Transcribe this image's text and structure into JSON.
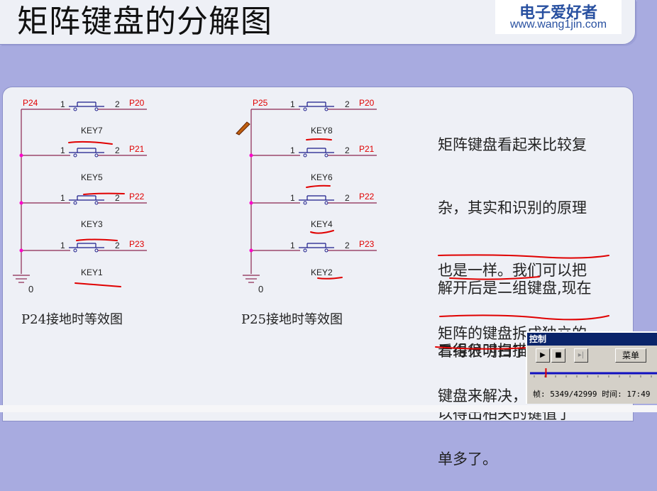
{
  "slide": {
    "title": "矩阵键盘的分解图",
    "logo_cn": "电子爱好者",
    "logo_url": "www.wang1jin.com"
  },
  "left_diagram": {
    "caption": "P24接地时等效图",
    "ground_label": "0",
    "rows": [
      {
        "left_port": "P24",
        "right_port": "P20",
        "pin1": "1",
        "pin2": "2",
        "key": "KEY7"
      },
      {
        "left_port": "",
        "right_port": "P21",
        "pin1": "1",
        "pin2": "2",
        "key": "KEY5"
      },
      {
        "left_port": "",
        "right_port": "P22",
        "pin1": "1",
        "pin2": "2",
        "key": "KEY3"
      },
      {
        "left_port": "",
        "right_port": "P23",
        "pin1": "1",
        "pin2": "2",
        "key": "KEY1"
      }
    ]
  },
  "right_diagram": {
    "caption": "P25接地时等效图",
    "ground_label": "0",
    "rows": [
      {
        "left_port": "P25",
        "right_port": "P20",
        "pin1": "1",
        "pin2": "2",
        "key": "KEY8"
      },
      {
        "left_port": "",
        "right_port": "P21",
        "pin1": "1",
        "pin2": "2",
        "key": "KEY6"
      },
      {
        "left_port": "",
        "right_port": "P22",
        "pin1": "1",
        "pin2": "2",
        "key": "KEY4"
      },
      {
        "left_port": "",
        "right_port": "P23",
        "pin1": "1",
        "pin2": "2",
        "key": "KEY2"
      }
    ]
  },
  "text": {
    "para1": [
      "矩阵键盘看起来比较复",
      "杂，其实和识别的原理",
      "也是一样。我们可以把",
      "矩阵的键盘拆成独立的",
      "键盘来解决，问题就简",
      "单多了。"
    ],
    "para2": [
      "解开后是二组键盘,现在",
      "看得很明白了吧?"
    ],
    "para3": [
      "二组分时扫描一下就可",
      "以得出相关的键值了"
    ]
  },
  "control_window": {
    "title": "控制",
    "play_icon": "play-icon",
    "stop_icon": "stop-icon",
    "step_icon": "step-icon",
    "menu_label": "菜单",
    "status": "帧: 5349/42999 时间: 17:49",
    "progress_fraction": 0.124
  },
  "colors": {
    "port_label": "#e00000",
    "wire": "#8b2550",
    "switch": "#1a1a8a",
    "junction": "#ff00cc",
    "annotation": "#e00000"
  }
}
